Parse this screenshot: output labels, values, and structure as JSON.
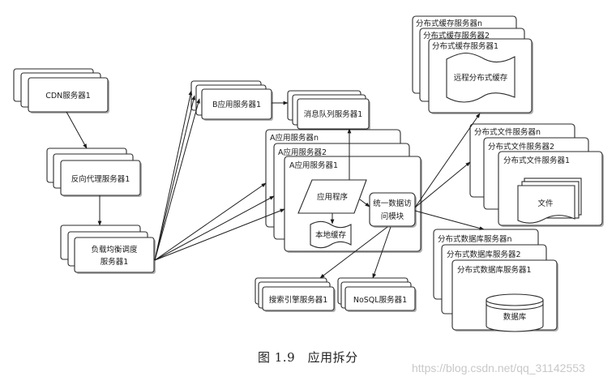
{
  "diagram": {
    "nodes": {
      "cdn": "CDN服务器1",
      "reverse_proxy": "反向代理服务器1",
      "load_balancer_line1": "负载均衡调度",
      "load_balancer_line2": "服务器1",
      "b_app": "B应用服务器1",
      "message_queue": "消息队列服务器1",
      "a_app_n": "A应用服务器n",
      "a_app_2": "A应用服务器2",
      "a_app_1": "A应用服务器1",
      "app_program": "应用程序",
      "local_cache": "本地缓存",
      "data_access_line1": "统一数据访",
      "data_access_line2": "问模块",
      "cache_n": "分布式缓存服务器n",
      "cache_2": "分布式缓存服务器2",
      "cache_1": "分布式缓存服务器1",
      "remote_cache": "远程分布式缓存",
      "file_n": "分布式文件服务器n",
      "file_2": "分布式文件服务器2",
      "file_1": "分布式文件服务器1",
      "file": "文件",
      "db_n": "分布式数据库服务器n",
      "db_2": "分布式数据库服务器2",
      "db_1": "分布式数据库服务器1",
      "database": "数据库",
      "search": "搜索引擎服务器1",
      "nosql": "NoSQL服务器1"
    },
    "edges": [
      {
        "from": "CDN服务器1",
        "to": "反向代理服务器1"
      },
      {
        "from": "反向代理服务器1",
        "to": "负载均衡调度服务器1"
      },
      {
        "from": "负载均衡调度服务器1",
        "to": "B应用服务器 (x3)"
      },
      {
        "from": "负载均衡调度服务器1",
        "to": "A应用服务器 (x3)"
      },
      {
        "from": "B应用服务器1",
        "to": "消息队列服务器1"
      },
      {
        "from": "应用程序",
        "to": "消息队列服务器1"
      },
      {
        "from": "应用程序",
        "to": "本地缓存"
      },
      {
        "from": "应用程序",
        "to": "统一数据访问模块"
      },
      {
        "from": "统一数据访问模块",
        "to": "分布式缓存服务器"
      },
      {
        "from": "统一数据访问模块",
        "to": "分布式文件服务器"
      },
      {
        "from": "统一数据访问模块",
        "to": "分布式数据库服务器"
      },
      {
        "from": "统一数据访问模块",
        "to": "搜索引擎服务器1"
      },
      {
        "from": "统一数据访问模块",
        "to": "NoSQL服务器1"
      }
    ]
  },
  "caption": "图 1.9　应用拆分",
  "watermark": "https://blog.csdn.net/qq_31142553"
}
